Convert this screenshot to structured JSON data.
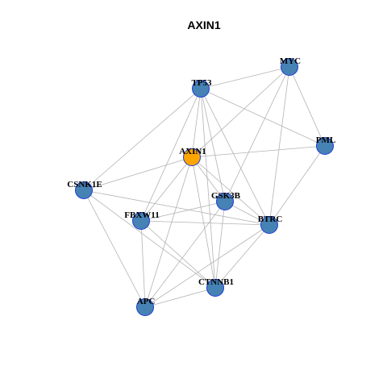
{
  "title": "AXIN1",
  "colors": {
    "hub_fill": "#ffa500",
    "node_fill": "#4682b4",
    "node_stroke": "#1f3bd6",
    "edge": "#b3b3b3"
  },
  "chart_data": {
    "type": "network",
    "title": "AXIN1",
    "hub": "AXIN1",
    "nodes": [
      {
        "id": "MYC"
      },
      {
        "id": "TP53"
      },
      {
        "id": "PML"
      },
      {
        "id": "AXIN1"
      },
      {
        "id": "CSNK1E"
      },
      {
        "id": "GSK3B"
      },
      {
        "id": "FBXW11"
      },
      {
        "id": "BTRC"
      },
      {
        "id": "CTNNB1"
      },
      {
        "id": "APC"
      }
    ],
    "edges": [
      [
        "TP53",
        "MYC"
      ],
      [
        "TP53",
        "PML"
      ],
      [
        "TP53",
        "CSNK1E"
      ],
      [
        "TP53",
        "AXIN1"
      ],
      [
        "TP53",
        "GSK3B"
      ],
      [
        "TP53",
        "BTRC"
      ],
      [
        "TP53",
        "FBXW11"
      ],
      [
        "TP53",
        "CTNNB1"
      ],
      [
        "MYC",
        "PML"
      ],
      [
        "MYC",
        "AXIN1"
      ],
      [
        "MYC",
        "GSK3B"
      ],
      [
        "MYC",
        "BTRC"
      ],
      [
        "PML",
        "AXIN1"
      ],
      [
        "PML",
        "BTRC"
      ],
      [
        "AXIN1",
        "CSNK1E"
      ],
      [
        "AXIN1",
        "GSK3B"
      ],
      [
        "AXIN1",
        "FBXW11"
      ],
      [
        "AXIN1",
        "BTRC"
      ],
      [
        "AXIN1",
        "CTNNB1"
      ],
      [
        "AXIN1",
        "APC"
      ],
      [
        "CSNK1E",
        "APC"
      ],
      [
        "CSNK1E",
        "CTNNB1"
      ],
      [
        "CSNK1E",
        "BTRC"
      ],
      [
        "GSK3B",
        "FBXW11"
      ],
      [
        "GSK3B",
        "CTNNB1"
      ],
      [
        "GSK3B",
        "APC"
      ],
      [
        "GSK3B",
        "BTRC"
      ],
      [
        "FBXW11",
        "BTRC"
      ],
      [
        "FBXW11",
        "APC"
      ],
      [
        "FBXW11",
        "CTNNB1"
      ],
      [
        "BTRC",
        "CTNNB1"
      ],
      [
        "BTRC",
        "APC"
      ],
      [
        "CTNNB1",
        "APC"
      ]
    ]
  }
}
